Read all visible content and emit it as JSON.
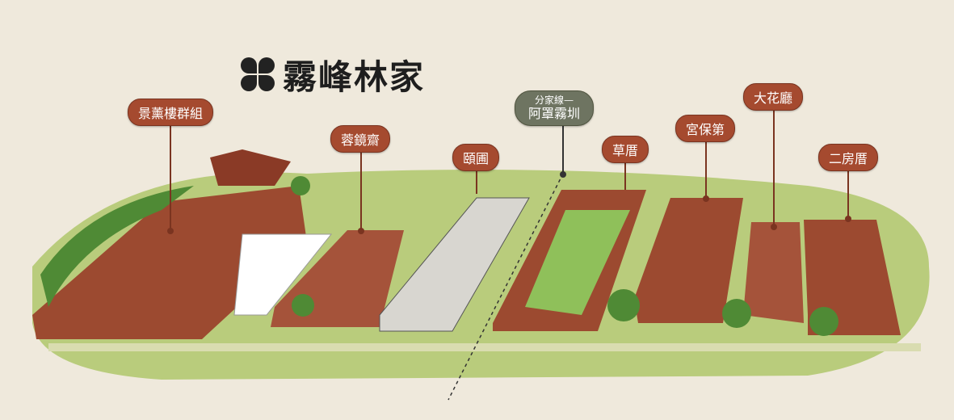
{
  "logo": {
    "title": "霧峰林家"
  },
  "labels": {
    "jingxunlou": "景薰樓群組",
    "rongjingzhai": "蓉鏡齋",
    "yipu": "頤圃",
    "split_line_top": "分家線—",
    "split_line_bottom": "阿罩霧圳",
    "caocuo": "草厝",
    "gongbaodi": "宮保第",
    "dahuating": "大花廳",
    "erfangcuo": "二房厝"
  },
  "colors": {
    "label": "#a54a2f",
    "split_label": "#6e7461",
    "ground": "#b9cc7c",
    "roof": "#9c4a30",
    "background": "#efe9dc"
  }
}
